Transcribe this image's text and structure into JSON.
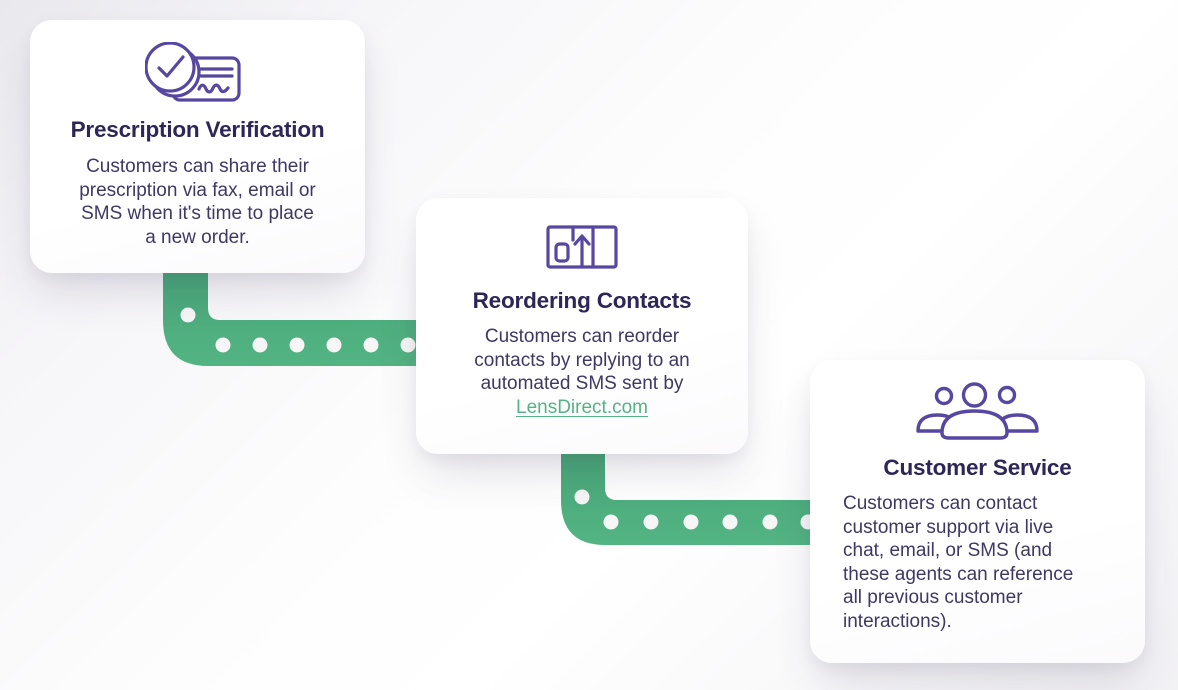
{
  "diagram": {
    "type": "flow-steps",
    "accent_green": "#4fb080",
    "accent_purple": "#5747a0",
    "title_color": "#2d2657",
    "body_color": "#3f3864",
    "dot_color": "#f6f6f7",
    "cards": [
      {
        "icon": "prescription-check-icon",
        "title": "Prescription Verification",
        "body": "Customers can share their\nprescription via fax, email or\nSMS when it's time to place\na new order."
      },
      {
        "icon": "shipping-box-icon",
        "title": "Reordering Contacts",
        "body": "Customers can reorder\ncontacts by replying to an\nautomated SMS sent by",
        "link_label": "LensDirect.com"
      },
      {
        "icon": "people-group-icon",
        "title": "Customer Service",
        "body": "Customers can contact\ncustomer support via live\nchat, email, or SMS (and\nthese agents can reference\nall previous customer\ninteractions)."
      }
    ]
  }
}
